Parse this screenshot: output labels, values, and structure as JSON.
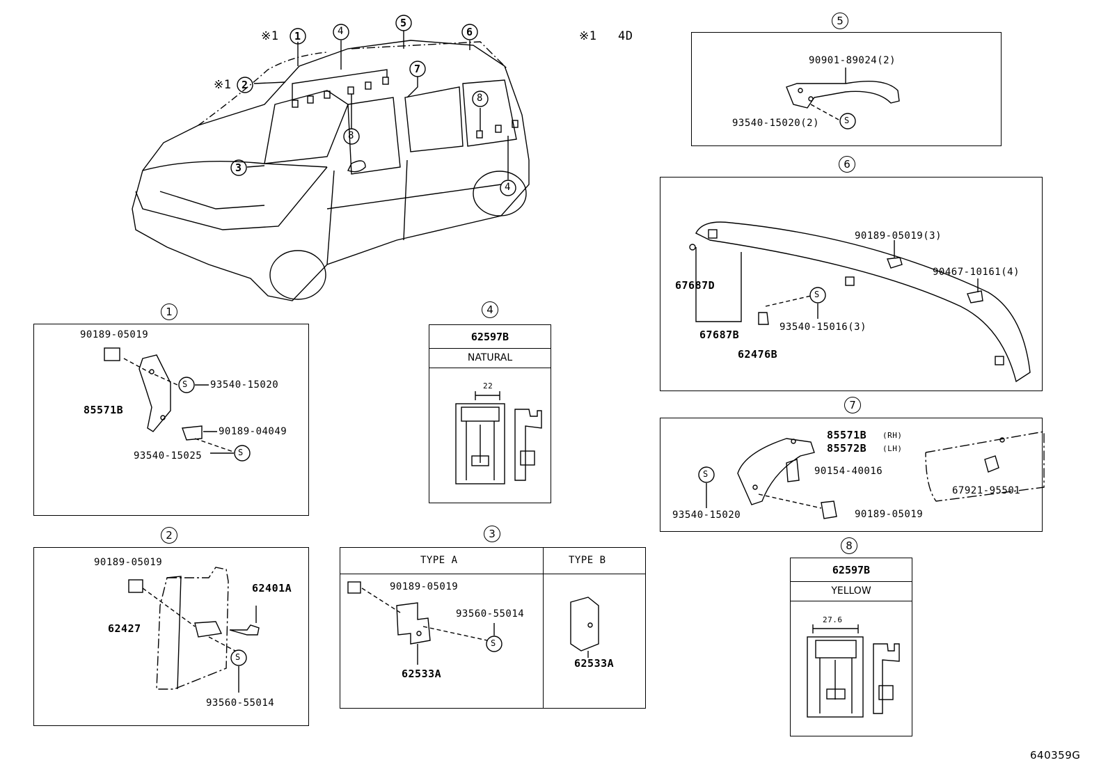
{
  "overview": {
    "note_mark_1": "※1",
    "note_mark_2": "※1",
    "note_legend_mark": "※1",
    "note_legend_text": "4D",
    "callouts": [
      "1",
      "2",
      "3",
      "4",
      "5",
      "6",
      "7",
      "8",
      "8",
      "4"
    ]
  },
  "panel1": {
    "title": "1",
    "labels": [
      "90189-05019",
      "93540-15020",
      "85571B",
      "90189-04049",
      "93540-15025"
    ],
    "s_mark": "S"
  },
  "panel2": {
    "title": "2",
    "labels": [
      "90189-05019",
      "62401A",
      "62427",
      "93560-55014"
    ],
    "s_mark": "S"
  },
  "panel3": {
    "title": "3",
    "type_a": "TYPE A",
    "type_b": "TYPE B",
    "labels_a": [
      "90189-05019",
      "93560-55014",
      "62533A"
    ],
    "labels_b": [
      "62533A"
    ],
    "s_mark": "S"
  },
  "panel4": {
    "title": "4",
    "part": "62597B",
    "color": "NATURAL",
    "dimension": "22"
  },
  "panel5": {
    "title": "5",
    "labels": [
      "90901-89024(2)",
      "93540-15020(2)"
    ],
    "s_mark": "S"
  },
  "panel6": {
    "title": "6",
    "labels": [
      "90189-05019(3)",
      "90467-10161(4)",
      "67687D",
      "93540-15016(3)",
      "67687B",
      "62476B"
    ],
    "s_mark": "S"
  },
  "panel7": {
    "title": "7",
    "labels": [
      "85571B",
      "(RH)",
      "85572B",
      "(LH)",
      "90154-40016",
      "93540-15020",
      "90189-05019",
      "67921-95501"
    ],
    "s_mark": "S"
  },
  "panel8": {
    "title": "8",
    "part": "62597B",
    "color": "YELLOW",
    "dimension": "27.6"
  },
  "figure_code": "640359G"
}
